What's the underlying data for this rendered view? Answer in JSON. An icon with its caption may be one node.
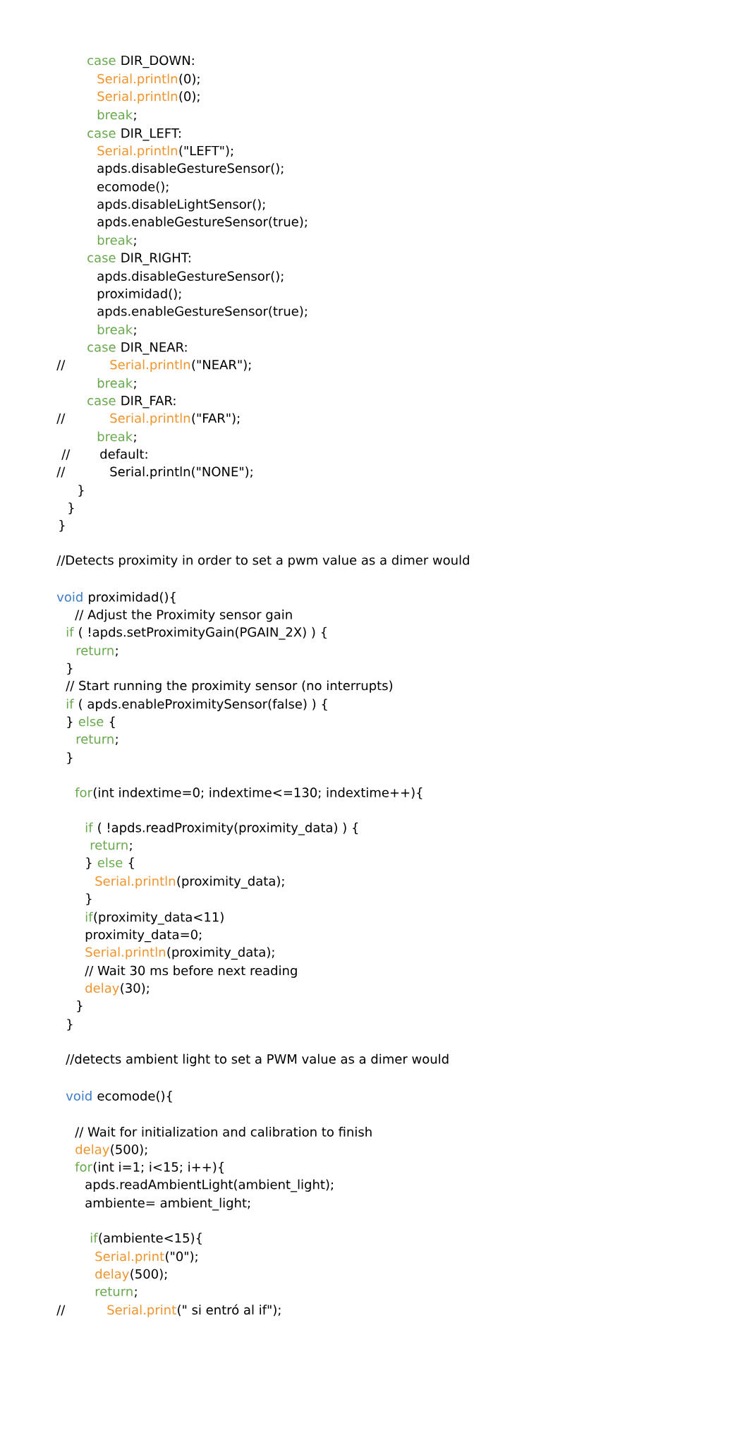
{
  "diagram": {
    "labels": [
      "case",
      "DIR_DOWN:",
      "Serial.println",
      "(0);",
      "Serial.println",
      "(0);",
      "break",
      ";",
      "case",
      "DIR_LEFT:",
      "Serial.println",
      "(\"LEFT\");",
      "apds.disableGestureSensor();",
      "ecomode();",
      "apds.disableLightSensor();",
      "apds.enableGestureSensor(true);",
      "break",
      ";",
      "case",
      "DIR_RIGHT:",
      "apds.disableGestureSensor();",
      "proximidad();",
      "apds.enableGestureSensor(true);",
      "break",
      ";",
      "case",
      "DIR_NEAR:",
      "//",
      "Serial.println",
      "(\"NEAR\");",
      "break",
      ";",
      "case",
      "DIR_FAR:",
      "//",
      "Serial.println",
      "(\"FAR\");",
      "break",
      ";",
      "//",
      "default:",
      "//",
      "Serial.println(\"NONE\");",
      "}",
      "}",
      "}",
      "//Detects proximity in order to set a pwm value as a dimer would",
      "void",
      "proximidad(){",
      "// Adjust the Proximity sensor gain",
      "if",
      "( !apds.setProximityGain(PGAIN_2X) ) {",
      "return",
      ";",
      "}",
      "// Start running the proximity sensor (no interrupts)",
      "if",
      "( apds.enableProximitySensor(false) ) {",
      "}",
      "else",
      "{",
      "return",
      ";",
      "}",
      "for",
      "(int indextime=0; indextime<=130; indextime++){",
      "if",
      "( !apds.readProximity(proximity_data) ) {",
      "return",
      ";",
      "}",
      "else",
      "{",
      "Serial.println",
      "(proximity_data);",
      "}",
      "if",
      "(proximity_data<11)",
      "proximity_data=0;",
      "Serial.println",
      "(proximity_data);",
      "// Wait 30 ms before next reading",
      "delay",
      "(30);",
      "}",
      "}",
      "//detects ambient light to set a PWM value as a dimer would",
      "void",
      "ecomode(){",
      "// Wait for initialization and calibration to finish",
      "delay",
      "(500);",
      "for",
      "(int i=1; i<15; i++){",
      "apds.readAmbientLight(ambient_light);",
      "ambiente= ambient_light;",
      "if",
      "(ambiente<15){",
      "Serial.print",
      "(\"0\");",
      "delay",
      "(500);",
      "return",
      ";",
      "//",
      "Serial.print",
      "(\" si entró al if\");"
    ]
  }
}
